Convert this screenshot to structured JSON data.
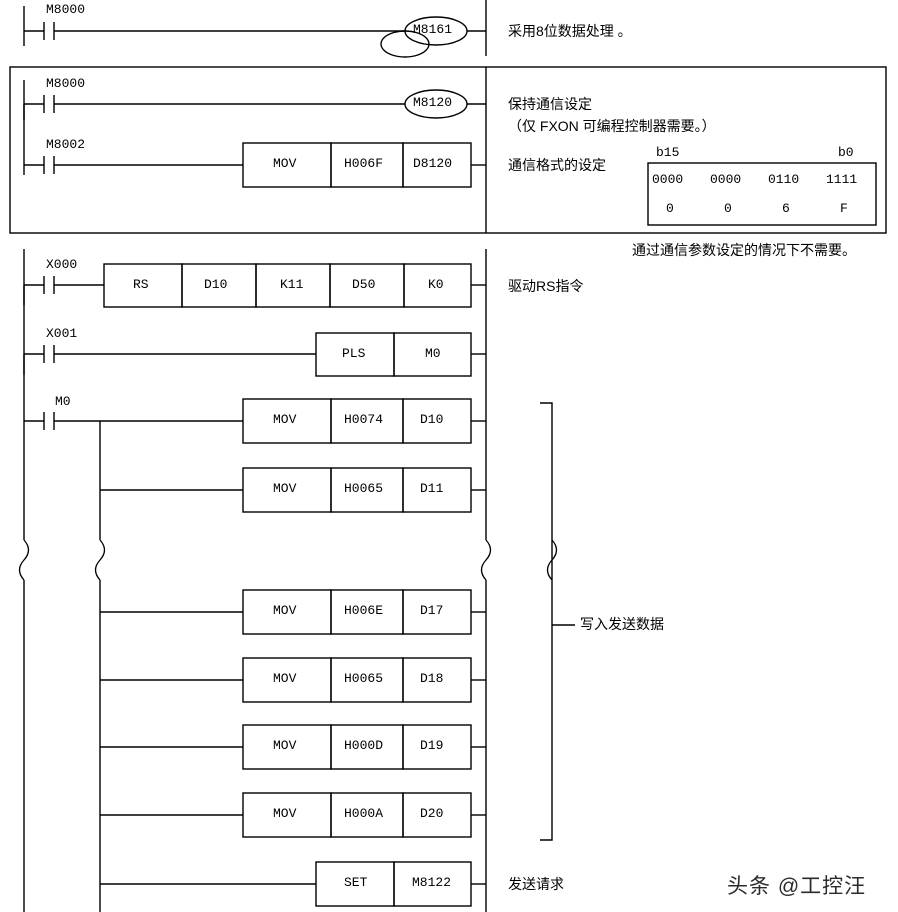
{
  "diagram": {
    "type": "ladder-logic",
    "title": "",
    "rungs": [
      {
        "id": "rung-1",
        "contact": "M8000",
        "coil": "M8161",
        "comment": [
          "采用8位数据处理 。"
        ]
      },
      {
        "id": "rung-2",
        "contact": "M8000",
        "coil": "M8120",
        "comment": [
          "保持通信设定",
          "（仅 FXON 可编程控制器需要。）"
        ]
      },
      {
        "id": "rung-3",
        "contact": "M8002",
        "blocks": [
          {
            "label": "MOV"
          },
          {
            "label": "H006F"
          },
          {
            "label": "D8120"
          }
        ],
        "comment": [
          "通信格式的设定"
        ]
      }
    ],
    "bit_table": {
      "left_label": "b15",
      "right_label": "b0",
      "bits": [
        "0000",
        "0000",
        "0110",
        "1111"
      ],
      "hex": [
        "0",
        "0",
        "6",
        "F"
      ]
    },
    "note_below_box": "通过通信参数设定的情况下不需要。",
    "rs_rung": {
      "contact": "X000",
      "blocks": [
        {
          "label": "RS"
        },
        {
          "label": "D10"
        },
        {
          "label": "K11"
        },
        {
          "label": "D50"
        },
        {
          "label": "K0"
        }
      ],
      "comment": "驱动RS指令"
    },
    "pls_rung": {
      "contact": "X001",
      "blocks": [
        {
          "label": "PLS"
        },
        {
          "label": "M0"
        }
      ],
      "comment": ""
    },
    "m0_rung": {
      "contact": "M0",
      "comment": "写入发送数据",
      "rows": [
        {
          "op": "MOV",
          "src": "H0074",
          "dst": "D10"
        },
        {
          "op": "MOV",
          "src": "H0065",
          "dst": "D11"
        },
        {
          "op": "MOV",
          "src": "H006E",
          "dst": "D17"
        },
        {
          "op": "MOV",
          "src": "H0065",
          "dst": "D18"
        },
        {
          "op": "MOV",
          "src": "H000D",
          "dst": "D19"
        },
        {
          "op": "MOV",
          "src": "H000A",
          "dst": "D20"
        }
      ],
      "set_row": {
        "op": "SET",
        "dst": "M8122",
        "comment": "发送请求"
      }
    },
    "watermark": "头条 @工控汪"
  }
}
